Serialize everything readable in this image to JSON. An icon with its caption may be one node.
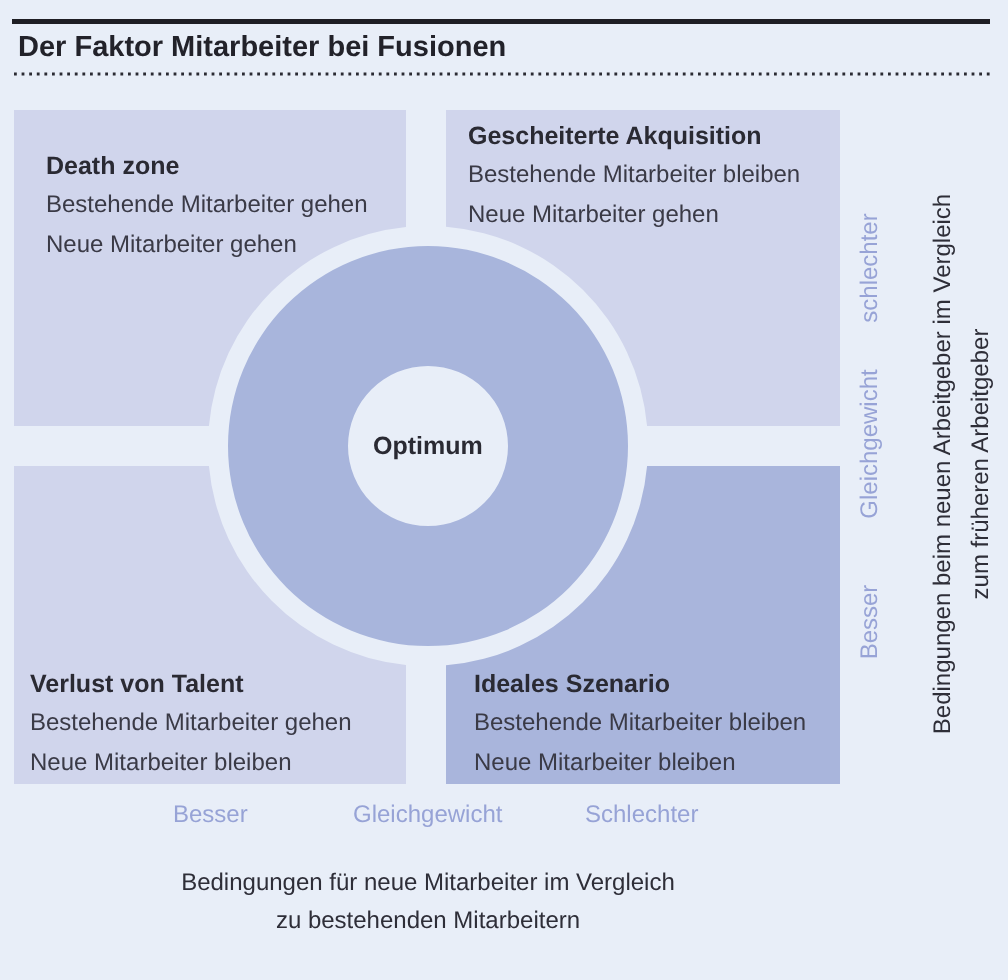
{
  "diagram": {
    "title": "Der Faktor Mitarbeiter bei Fusionen",
    "nodes": [
      {
        "text": [
          "Death zone",
          "Bestehende Mitarbeiter gehen",
          "Neue Mitarbeiter gehen"
        ]
      },
      {
        "text": [
          "Gescheiterte Akquisition",
          "Bestehende Mitarbeiter bleiben",
          "Neue Mitarbeiter gehen"
        ]
      },
      {
        "text": [
          "Verlust von Talent",
          "Bestehende Mitarbeiter gehen",
          "Neue Mitarbeiter bleiben"
        ]
      },
      {
        "text": [
          "Ideales Szenario",
          "Bestehende Mitarbeiter bleiben",
          "Neue Mitarbeiter bleiben"
        ]
      },
      {
        "text": [
          "Optimum"
        ]
      }
    ],
    "labels": [
      "schlechter",
      "Gleichgewicht",
      "Besser",
      "Bedingungen beim neuen Arbeitgeber im Vergleich zum früheren Arbeitgeber",
      "Besser",
      "Gleichgewicht",
      "Schlechter",
      "Bedingungen für neue Mitarbeiter im Vergleich zu bestehenden Mitarbeitern"
    ]
  }
}
